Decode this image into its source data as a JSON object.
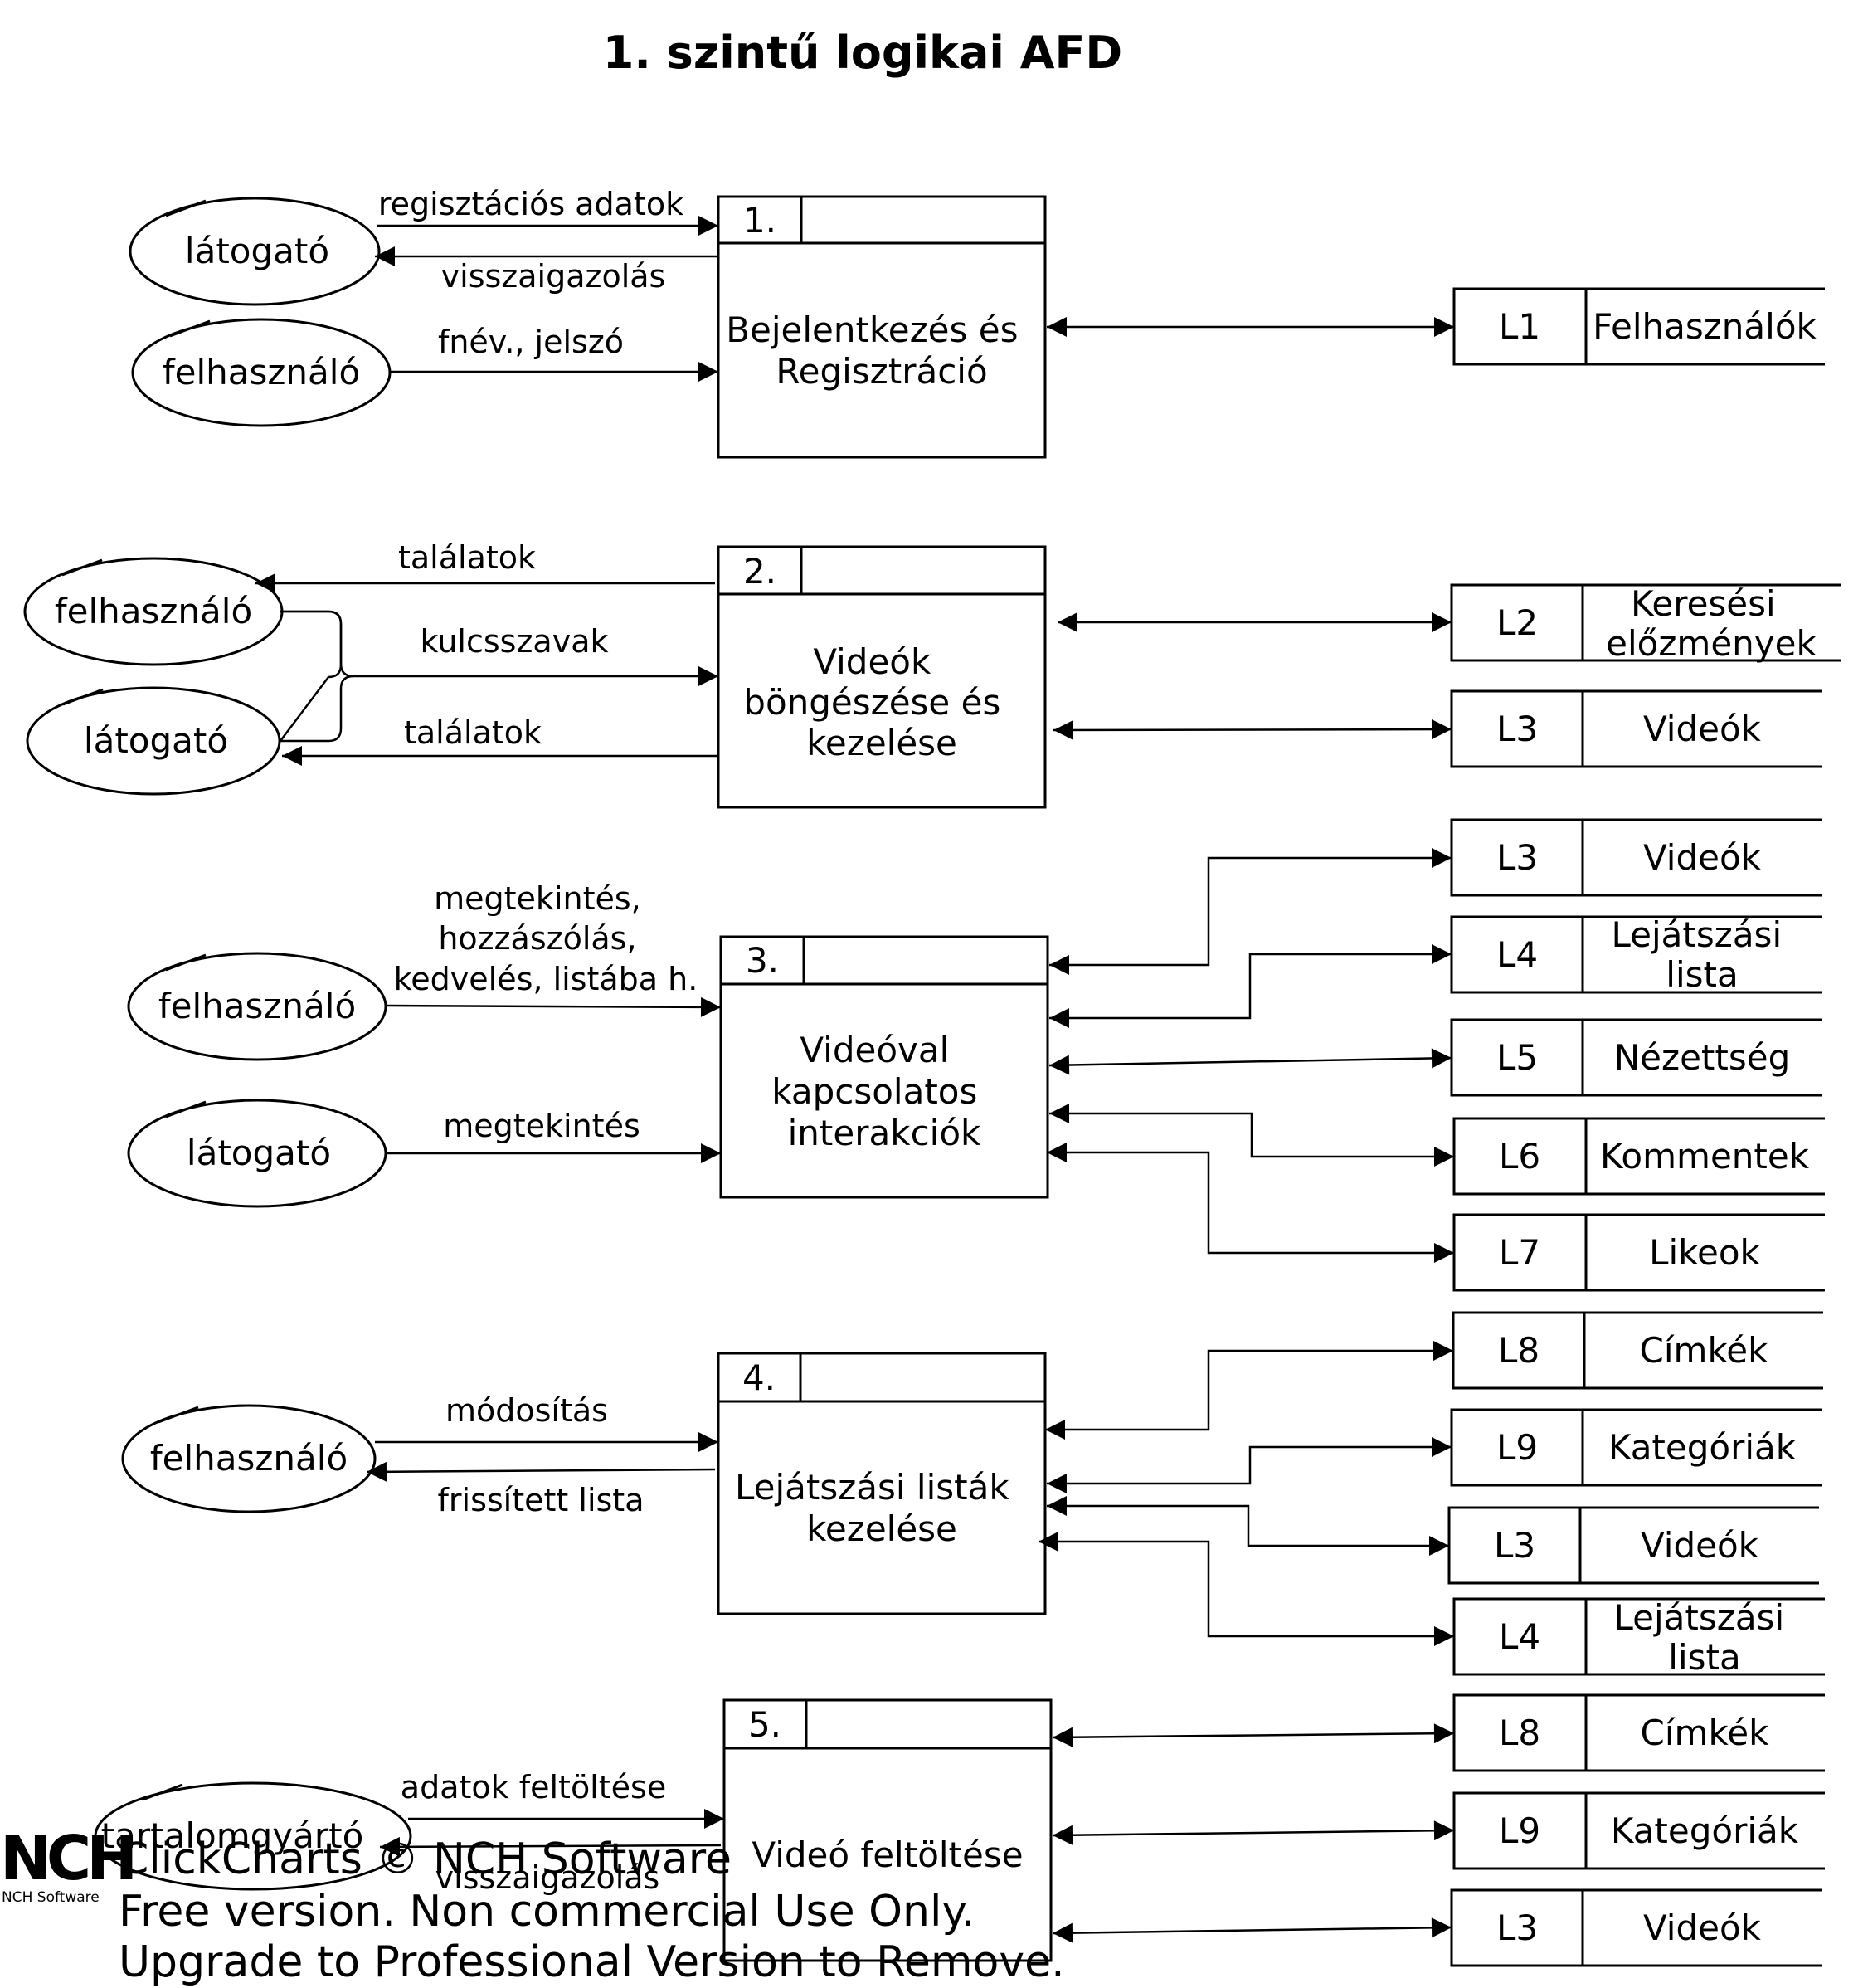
{
  "title": "1. szintű logikai AFD",
  "entities": {
    "latogato": "látogató",
    "felhasznalo": "felhasználó",
    "tartalomgyarto": "tartalomgyártó"
  },
  "processes": [
    {
      "number": "1.",
      "name_lines": [
        "Bejelentkezés és",
        "Regisztráció"
      ]
    },
    {
      "number": "2.",
      "name_lines": [
        "Videók",
        "böngészése és",
        "kezelése"
      ]
    },
    {
      "number": "3.",
      "name_lines": [
        "Videóval",
        "kapcsolatos",
        "interakciók"
      ]
    },
    {
      "number": "4.",
      "name_lines": [
        "Lejátszási listák",
        "kezelése"
      ]
    },
    {
      "number": "5.",
      "name_lines": [
        "Videó feltöltése"
      ]
    }
  ],
  "stores": {
    "L1": {
      "id": "L1",
      "name_lines": [
        "Felhasználók"
      ]
    },
    "L2": {
      "id": "L2",
      "name_lines": [
        "Keresési",
        "előzmények"
      ]
    },
    "L3": {
      "id": "L3",
      "name_lines": [
        "Videók"
      ]
    },
    "L4": {
      "id": "L4",
      "name_lines": [
        "Lejátszási",
        "lista"
      ]
    },
    "L5": {
      "id": "L5",
      "name_lines": [
        "Nézettség"
      ]
    },
    "L6": {
      "id": "L6",
      "name_lines": [
        "Kommentek"
      ]
    },
    "L7": {
      "id": "L7",
      "name_lines": [
        "Likeok"
      ]
    },
    "L8": {
      "id": "L8",
      "name_lines": [
        "Címkék"
      ]
    },
    "L9": {
      "id": "L9",
      "name_lines": [
        "Kategóriák"
      ]
    }
  },
  "flows": {
    "reg_adatok": "regisztációs adatok",
    "visszaigazolas": "visszaigazolás",
    "fnev_jelszo": "fnév., jelszó",
    "talalatok": "találatok",
    "kulcsszavak": "kulcsszavak",
    "interakcio_lines": [
      "megtekintés,",
      "hozzászólás,",
      "kedvelés, listába h."
    ],
    "megtekintes": "megtekintés",
    "modositas": "módosítás",
    "frissitett_lista": "frissített lista",
    "adatok_feltoltese": "adatok feltöltése"
  },
  "watermark": {
    "logo": "NCH",
    "logo_sub": "NCH Software",
    "lines": [
      "ClickCharts © NCH Software",
      "Free version. Non commercial Use Only.",
      "Upgrade to Professional Version to Remove."
    ]
  }
}
